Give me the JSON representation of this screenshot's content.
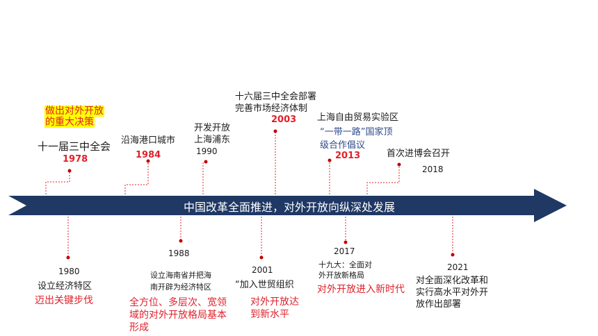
{
  "banner": "中国改革全面推进，对外开放向纵深处发展",
  "top_events": {
    "e1978": {
      "highlight_1": "做出对外开放",
      "highlight_2": "的重大决策",
      "title": "十一届三中全会",
      "year": "1978"
    },
    "e1984": {
      "title": "沿海港口城市",
      "year": "1984"
    },
    "e1990": {
      "title_1": "开发开放",
      "title_2": "上海浦东",
      "year": "1990"
    },
    "e2003": {
      "title_1": "十六届三中全会部署",
      "title_2": "完善市场经济体制",
      "year": "2003"
    },
    "e2013": {
      "title": "上海自由贸易实验区",
      "blue_1": "“一带一路”国家顶",
      "blue_2": "级合作倡议",
      "year": "2013"
    },
    "e2018": {
      "title": "首次进博会召开",
      "year": "2018"
    }
  },
  "bottom_events": {
    "e1980": {
      "year": "1980",
      "title": "设立经济特区",
      "red": "迈出关键步伐"
    },
    "e1988": {
      "year": "1988",
      "title_1": "设立海南省并把海",
      "title_2": "南开辟为经济特区",
      "red_1": "全方位、多层次、宽领",
      "red_2": "域的对外开放格局基本",
      "red_3": "形成"
    },
    "e2001": {
      "year": "2001",
      "title": "“加入世贸组织",
      "red_1": "对外开放达",
      "red_2": "到新水平"
    },
    "e2017": {
      "year": "2017",
      "title_1": "十九大：全面对",
      "title_2": "外开放新格局",
      "red": "对外开放进入新时代"
    },
    "e2021": {
      "year": "2021",
      "title_1": "对全面深化改革和",
      "title_2": "实行高水平对外开",
      "title_3": "放作出部署"
    }
  },
  "colors": {
    "arrow": "#1f3864",
    "accent_red": "#e0202b",
    "highlight": "#ffff00",
    "blue_text": "#2f4a8a"
  }
}
